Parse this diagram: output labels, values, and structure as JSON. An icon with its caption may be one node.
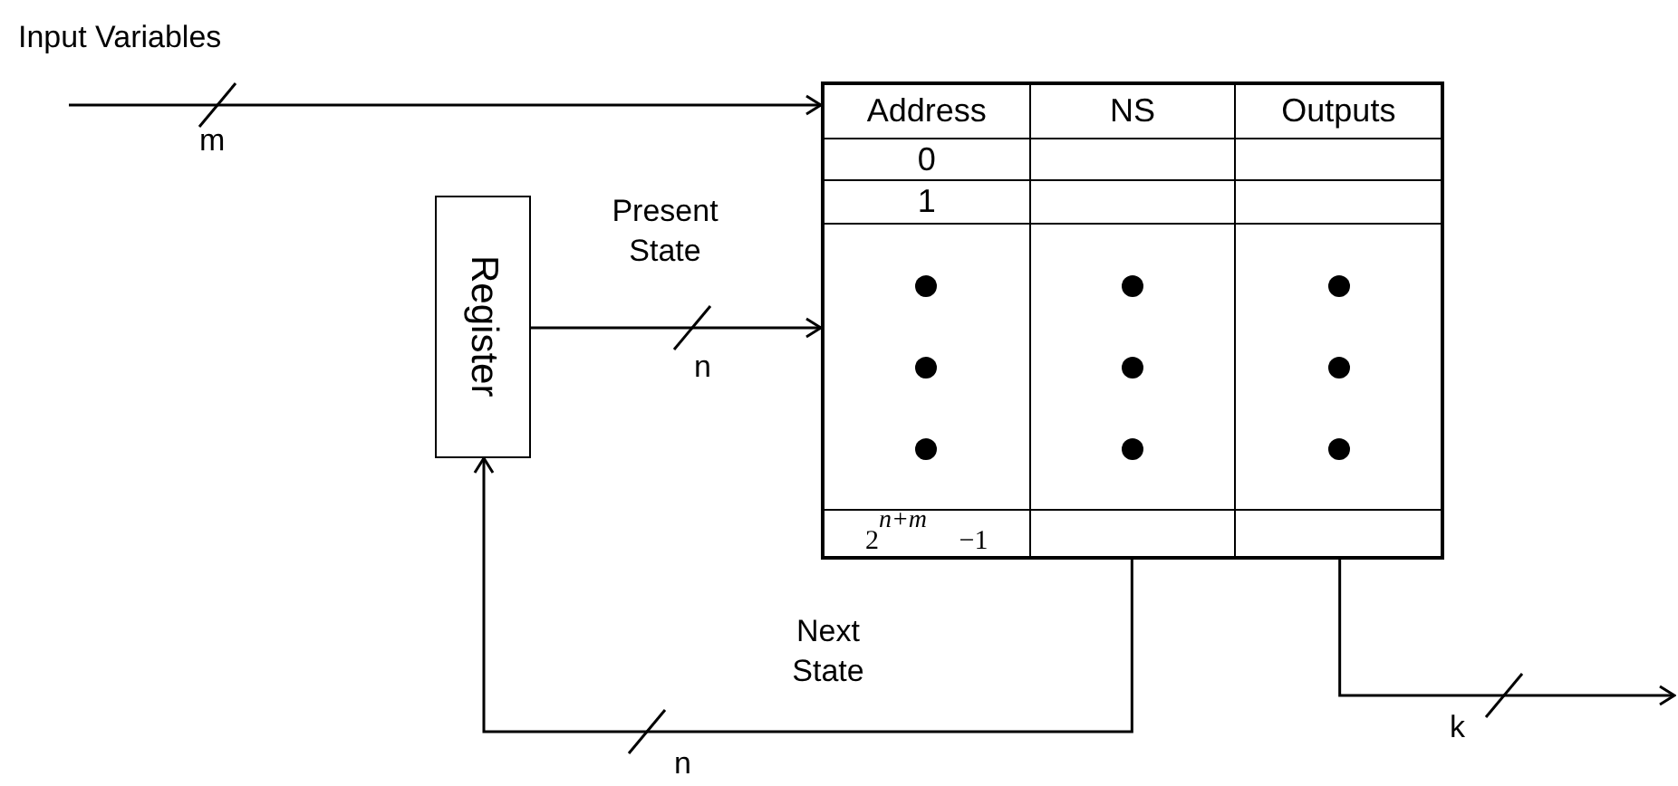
{
  "diagram": {
    "nodes": [
      {
        "text": [
          "Register"
        ]
      },
      {
        "text": [],
        "shape": "box"
      },
      {
        "text": [
          "Address",
          "0",
          "1",
          "2$^{n+m}$ −1"
        ],
        "in": 1
      },
      {
        "text": [
          "NS"
        ],
        "in": 1
      },
      {
        "text": [
          "Outputs"
        ],
        "in": 1
      }
    ],
    "edges": [
      {
        "from": null,
        "to": 1,
        "arrow": "to",
        "label": "Input Variables"
      },
      {
        "from": 0,
        "to": 1,
        "arrow": "to",
        "label": "Present State"
      },
      {
        "from": 3,
        "to": 0,
        "arrow": "to",
        "label": "Next State"
      },
      {
        "from": 4,
        "to": null,
        "arrow": "to"
      }
    ],
    "labels": [
      "m",
      "n",
      "n",
      "k"
    ]
  }
}
